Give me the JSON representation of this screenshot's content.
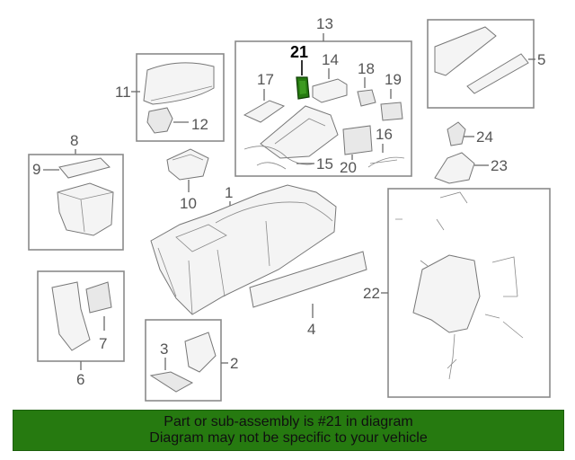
{
  "callouts": {
    "c1": "1",
    "c2": "2",
    "c3": "3",
    "c4": "4",
    "c5": "5",
    "c6": "6",
    "c7": "7",
    "c8": "8",
    "c9": "9",
    "c10": "10",
    "c11": "11",
    "c12": "12",
    "c13": "13",
    "c14": "14",
    "c15": "15",
    "c16": "16",
    "c17": "17",
    "c18": "18",
    "c19": "19",
    "c20": "20",
    "c21": "21",
    "c22": "22",
    "c23": "23",
    "c24": "24"
  },
  "highlight": {
    "part": "21",
    "color": "#267a10"
  },
  "banner": {
    "line1": "Part or sub-assembly is #21 in diagram",
    "line2": "Diagram may not be specific to your vehicle",
    "background": "#267a10"
  }
}
